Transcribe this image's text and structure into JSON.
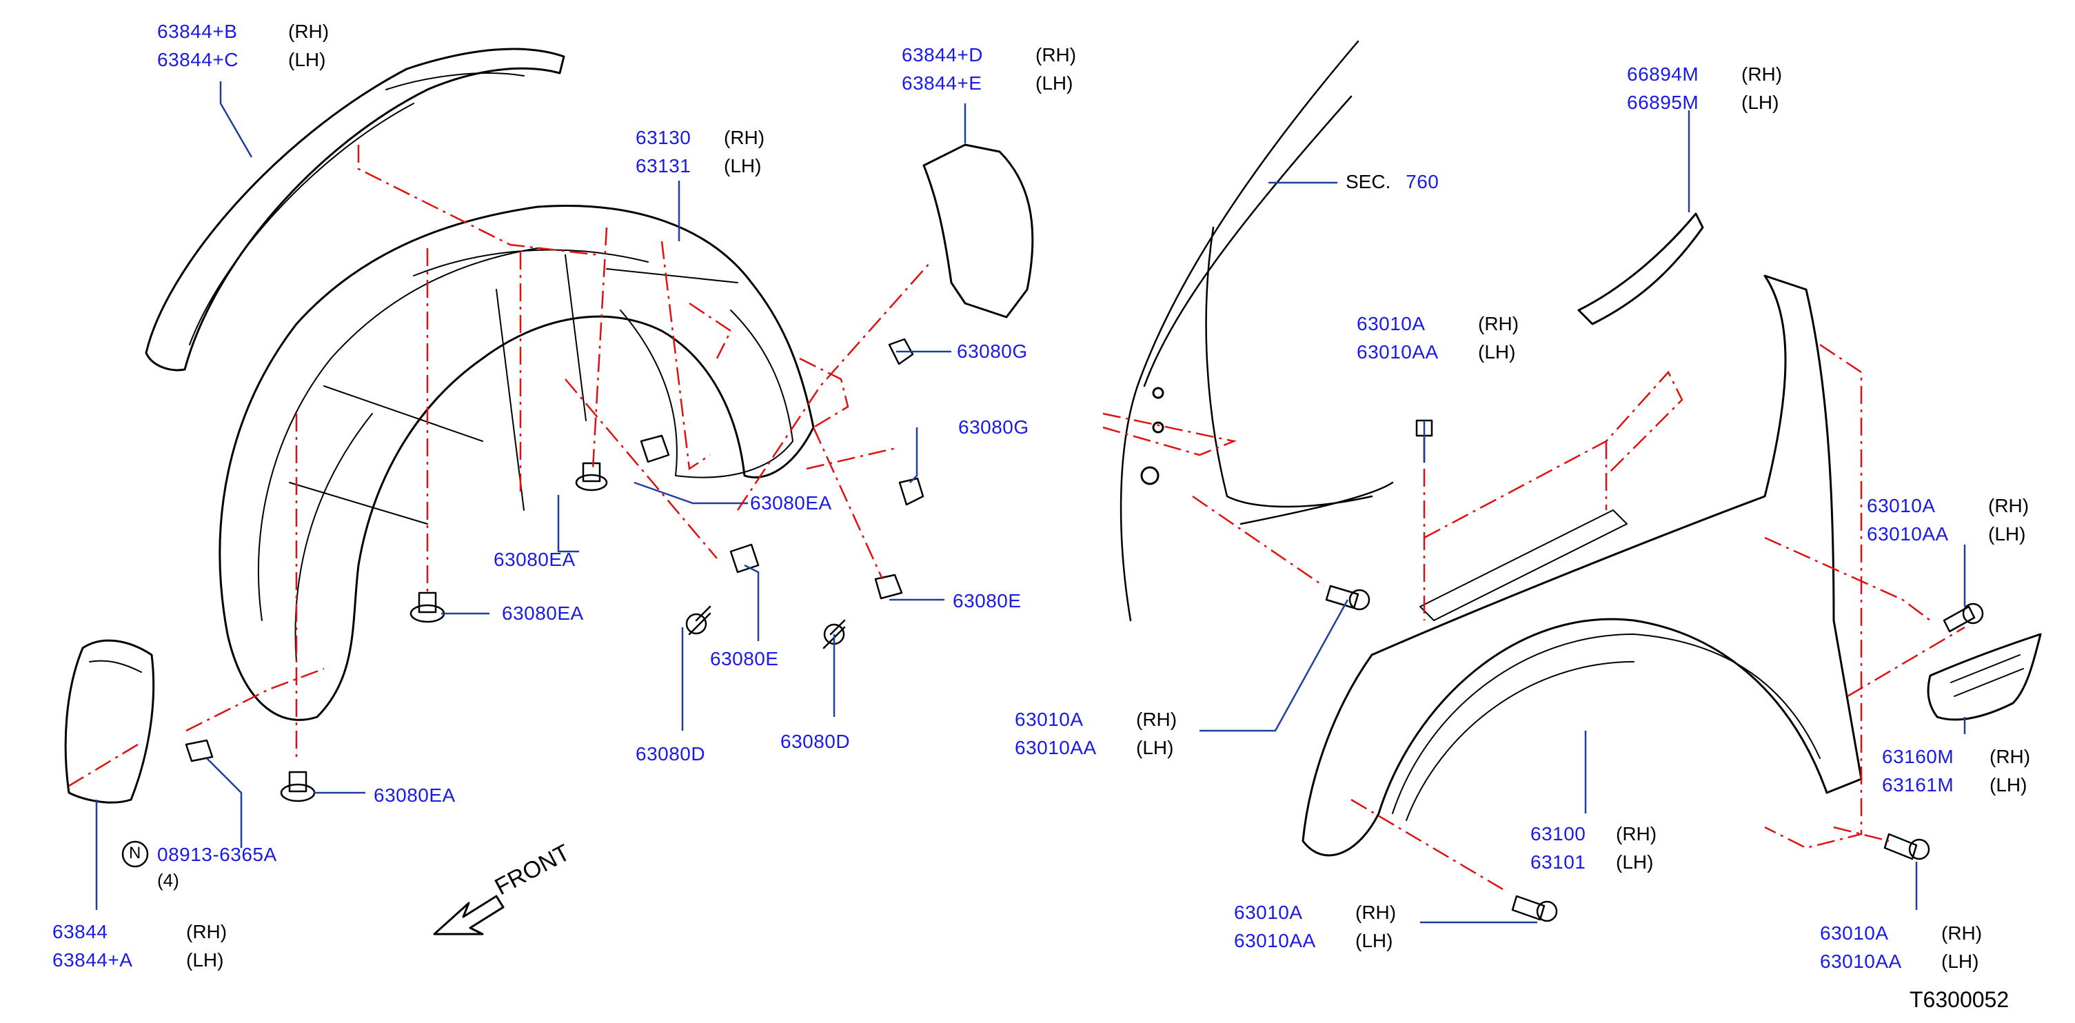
{
  "diagram_id": "T6300052",
  "front_label": "FRONT",
  "sec_ref": {
    "prefix": "SEC.",
    "number": "760"
  },
  "callouts": {
    "c63844B": {
      "lines": [
        [
          "63844+B",
          "(RH)"
        ],
        [
          "63844+C",
          "(LH)"
        ]
      ]
    },
    "c63844D": {
      "lines": [
        [
          "63844+D",
          "(RH)"
        ],
        [
          "63844+E",
          "(LH)"
        ]
      ]
    },
    "c63130": {
      "lines": [
        [
          "63130",
          "(RH)"
        ],
        [
          "63131",
          "(LH)"
        ]
      ]
    },
    "c66894": {
      "lines": [
        [
          "66894M",
          "(RH)"
        ],
        [
          "66895M",
          "(LH)"
        ]
      ]
    },
    "c63010A_top": {
      "lines": [
        [
          "63010A",
          "(RH)"
        ],
        [
          "63010AA",
          "(LH)"
        ]
      ]
    },
    "c63010A_right": {
      "lines": [
        [
          "63010A",
          "(RH)"
        ],
        [
          "63010AA",
          "(LH)"
        ]
      ]
    },
    "c63010A_mid": {
      "lines": [
        [
          "63010A",
          "(RH)"
        ],
        [
          "63010AA",
          "(LH)"
        ]
      ]
    },
    "c63010A_bot1": {
      "lines": [
        [
          "63010A",
          "(RH)"
        ],
        [
          "63010AA",
          "(LH)"
        ]
      ]
    },
    "c63010A_bot2": {
      "lines": [
        [
          "63010A",
          "(RH)"
        ],
        [
          "63010AA",
          "(LH)"
        ]
      ]
    },
    "c63160M": {
      "lines": [
        [
          "63160M",
          "(RH)"
        ],
        [
          "63161M",
          "(LH)"
        ]
      ]
    },
    "c63100": {
      "lines": [
        [
          "63100",
          "(RH)"
        ],
        [
          "63101",
          "(LH)"
        ]
      ]
    },
    "c63844": {
      "lines": [
        [
          "63844",
          "(RH)"
        ],
        [
          "63844+A",
          "(LH)"
        ]
      ]
    }
  },
  "singles": {
    "s63080G_1": "63080G",
    "s63080G_2": "63080G",
    "s63080EA_1": "63080EA",
    "s63080EA_2": "63080EA",
    "s63080EA_3": "63080EA",
    "s63080EA_4": "63080EA",
    "s63080E_1": "63080E",
    "s63080E_2": "63080E",
    "s63080D_1": "63080D",
    "s63080D_2": "63080D"
  },
  "n_part": {
    "symbol": "N",
    "number": "08913-6365A",
    "qty": "(4)"
  },
  "colors": {
    "part_number": "#1a1ae6",
    "leader": "#1e3fa0",
    "phantom": "#e01010",
    "drawing": "#000000"
  }
}
